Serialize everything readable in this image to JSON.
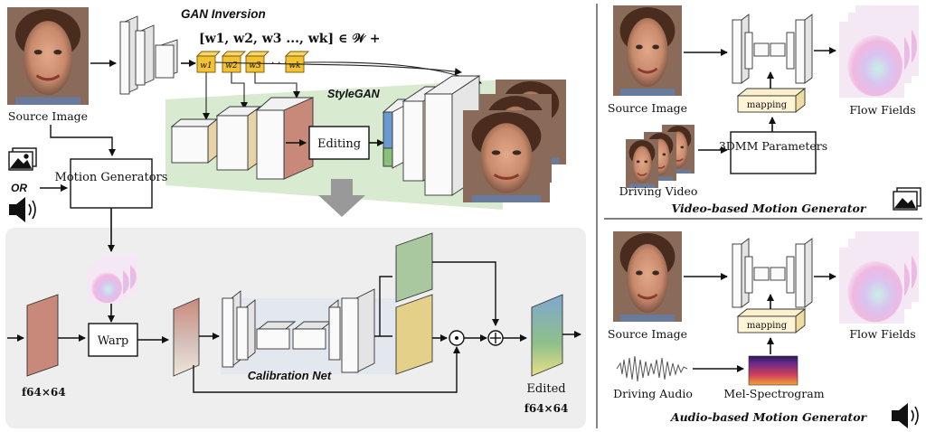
{
  "main": {
    "gan_inversion_title": "GAN Inversion",
    "latent_expression": "[w1, w2, w3 ..., wk] ∈ 𝒲 +",
    "latent_tokens": [
      "w1",
      "w2",
      "w3",
      "wk"
    ],
    "stylegan_label": "StyleGAN",
    "source_image_label": "Source Image",
    "or_label": "OR",
    "motion_generators_label": "Motion Generators",
    "editing_label": "Editing",
    "warp_label": "Warp",
    "calibration_net_label": "Calibration Net",
    "feature_label": "f64×64",
    "edited_label": "Edited",
    "edited_feature_label": "f64×64"
  },
  "video_panel": {
    "source_image_label": "Source Image",
    "driving_video_label": "Driving Video",
    "mapping_label": "mapping",
    "parameters_label": "3DMM Parameters",
    "flow_fields_label": "Flow Fields",
    "caption": "Video-based Motion Generator"
  },
  "audio_panel": {
    "source_image_label": "Source Image",
    "driving_audio_label": "Driving Audio",
    "mapping_label": "mapping",
    "spectrogram_label": "Mel-Spectrogram",
    "flow_fields_label": "Flow Fields",
    "caption": "Audio-based Motion Generator"
  },
  "colors": {
    "token_fill": "#f2c230",
    "stylegan_bg": "#d8ebd0",
    "calib_bg": "#eeeeee",
    "feature_red": "#c9897a",
    "feature_green": "#a9c8a0",
    "feature_yellow": "#e5d08a"
  },
  "icons": [
    "image-icon",
    "speaker-icon",
    "down-arrow-icon",
    "multiply-icon",
    "add-icon"
  ]
}
